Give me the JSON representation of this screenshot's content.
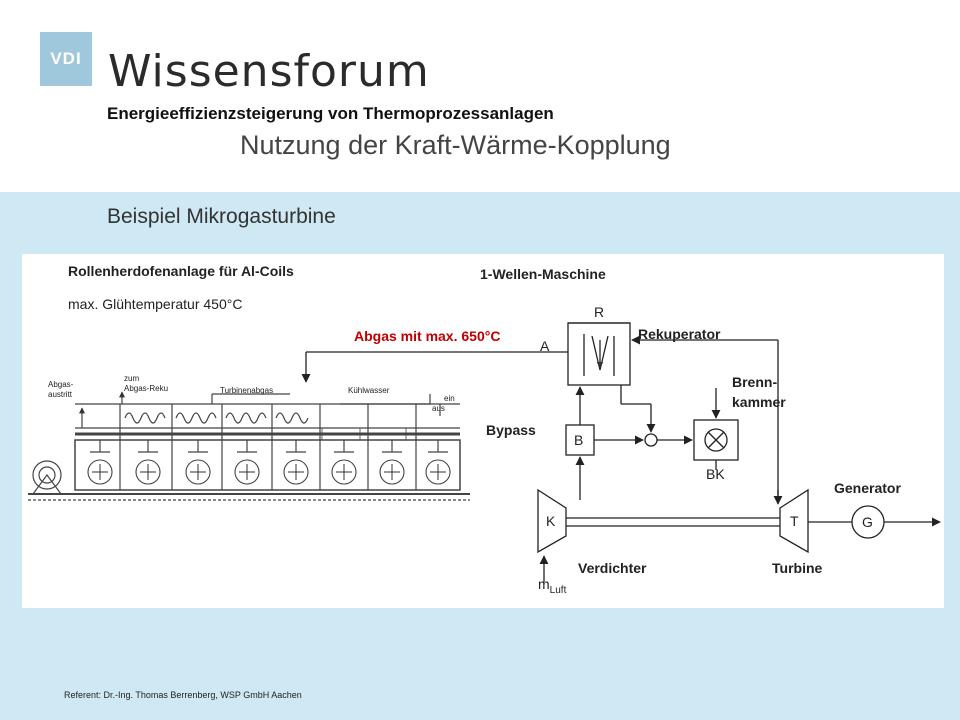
{
  "header": {
    "logo_text": "VDI",
    "brand": "Wissensforum",
    "conference": "Energieeffizienzsteigerung von Thermoprozessanlagen",
    "title": "Nutzung der Kraft-Wärme-Kopplung"
  },
  "subtitle": "Beispiel Mikrogasturbine",
  "diagram": {
    "furnace_title": "Rollenherdofenanlage für Al-Coils",
    "furnace_temp": "max. Glühtemperatur 450°C",
    "machine_title": "1-Wellen-Maschine",
    "exhaust_label": "Abgas mit max. 650°C",
    "a_label": "A",
    "r_label": "R",
    "rekuperator": "Rekuperator",
    "brennkammer_line1": "Brenn-",
    "brennkammer_line2": "kammer",
    "bypass": "Bypass",
    "b_label": "B",
    "bk_label": "BK",
    "generator": "Generator",
    "k_label": "K",
    "t_label": "T",
    "g_label": "G",
    "verdichter": "Verdichter",
    "turbine": "Turbine",
    "mluft": "m",
    "mluft_sub": "Luft",
    "furnace_labels": {
      "abgas1": "Abgas-",
      "abgas2": "austritt",
      "zum1": "zum",
      "zum2": "Abgas-Reku",
      "turbinenabgas": "Turbinenabgas",
      "kuehlwasser": "Kühlwasser",
      "ein": "ein",
      "aus": "aus"
    }
  },
  "footer": "Referent: Dr.-Ing. Thomas Berrenberg,  WSP GmbH Aachen",
  "colors": {
    "accent_blue": "#cfe9f4",
    "logo_blue": "#9fc8dd",
    "exhaust_red": "#c00000"
  }
}
